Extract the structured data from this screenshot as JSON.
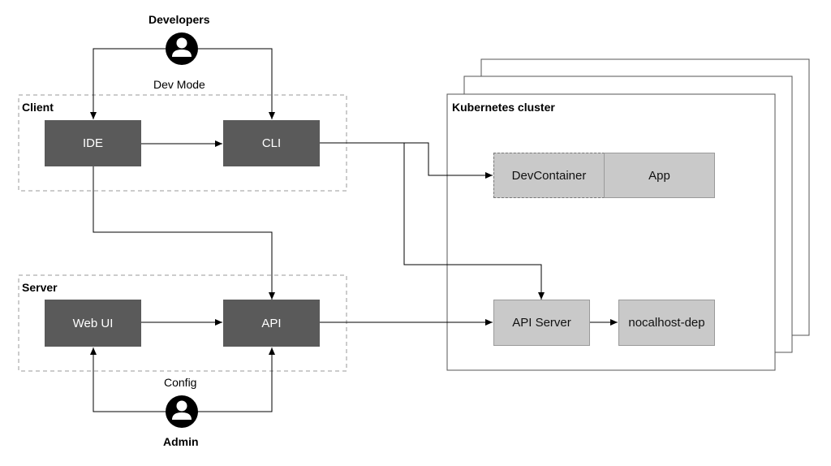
{
  "actors": {
    "developers": "Developers",
    "admin": "Admin",
    "icon": "person-icon"
  },
  "edge_labels": {
    "dev_mode": "Dev Mode",
    "config": "Config"
  },
  "groups": {
    "client": "Client",
    "server": "Server",
    "cluster": "Kubernetes cluster"
  },
  "nodes": {
    "ide": "IDE",
    "cli": "CLI",
    "web_ui": "Web UI",
    "api": "API",
    "devcontainer": "DevContainer",
    "app": "App",
    "api_server": "API Server",
    "nocalhost_dep": "nocalhost-dep"
  },
  "colors": {
    "dark_node": "#5a5a5a",
    "light_node": "#c9c9c9",
    "stroke": "#000000",
    "group_border": "#999999"
  }
}
